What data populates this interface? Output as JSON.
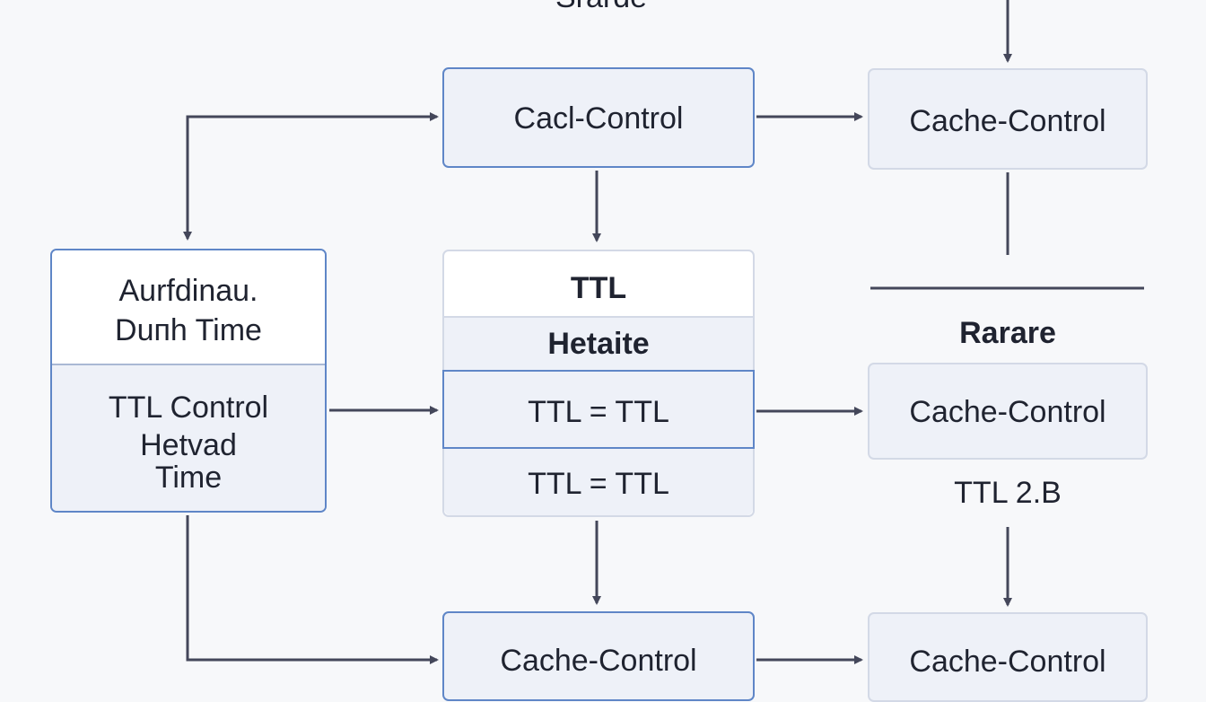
{
  "diagram": {
    "top_cutoff_label": "Srarde",
    "nodes": {
      "cacl_control": "Cacl-Control",
      "cache_control_top_right": "Cache-Control",
      "left_card": {
        "title_line1": "Aurfdinau.",
        "title_line2": "Duпh Time",
        "body_line1": "TTL Control",
        "body_line2": "Hetvad",
        "body_line3": "Time"
      },
      "middle_card": {
        "header": "TTL",
        "subheader": "Hetaite",
        "row1": "TTL = TTL",
        "row2": "TTL = TTL"
      },
      "rarare_label": "Rarare",
      "cache_control_mid_right": "Cache-Control",
      "ttl_note": "TTL 2.B",
      "cache_control_bottom_middle": "Cache-Control",
      "cache_control_bottom_right": "Cache-Control"
    },
    "colors": {
      "background": "#f7f8fa",
      "box_fill": "#eef1f8",
      "highlight_border": "#5f86c7",
      "neutral_border": "#d3d9e6",
      "arrow": "#44475a"
    }
  }
}
